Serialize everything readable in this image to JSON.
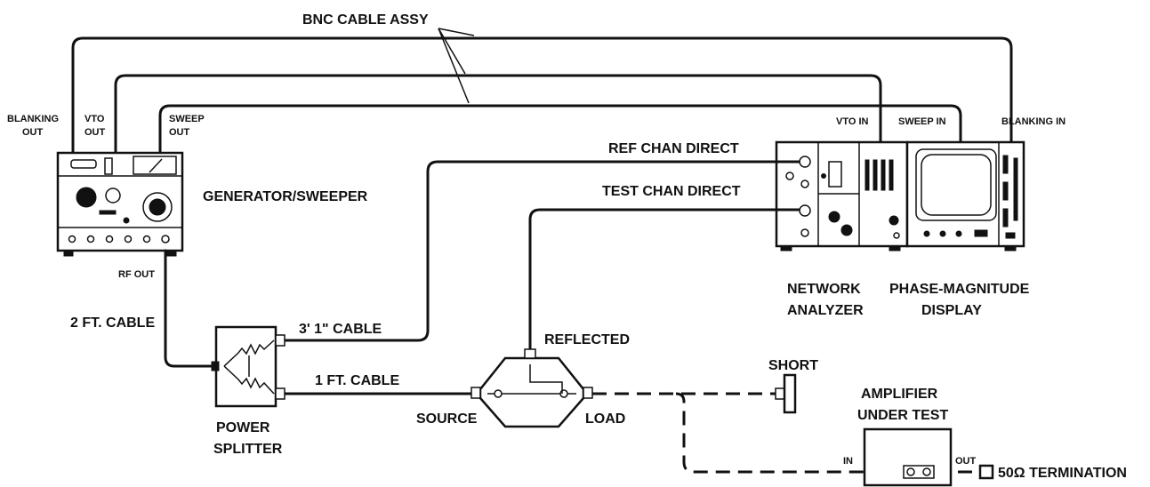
{
  "labels": {
    "bnc_cable_assy": "BNC CABLE ASSY",
    "blanking_out_1": "BLANKING",
    "blanking_out_2": "OUT",
    "vto_out_1": "VTO",
    "vto_out_2": "OUT",
    "sweep_out_1": "SWEEP",
    "sweep_out_2": "OUT",
    "vto_in": "VTO IN",
    "sweep_in": "SWEEP IN",
    "blanking_in": "BLANKING IN",
    "ref_chan_direct": "REF CHAN DIRECT",
    "test_chan_direct": "TEST CHAN DIRECT",
    "generator_sweeper": "GENERATOR/SWEEPER",
    "rf_out": "RF OUT",
    "two_ft_cable": "2 FT. CABLE",
    "three_ft_cable": "3' 1\" CABLE",
    "one_ft_cable": "1 FT. CABLE",
    "reflected": "REFLECTED",
    "source": "SOURCE",
    "load": "LOAD",
    "short": "SHORT",
    "power_1": "POWER",
    "splitter_1": "SPLITTER",
    "network_1": "NETWORK",
    "analyzer_1": "ANALYZER",
    "phase_magnitude_1": "PHASE-MAGNITUDE",
    "display_1": "DISPLAY",
    "amplifier_1": "AMPLIFIER",
    "under_test_1": "UNDER TEST",
    "in_port": "IN",
    "out_port": "OUT",
    "termination": "50Ω TERMINATION"
  }
}
